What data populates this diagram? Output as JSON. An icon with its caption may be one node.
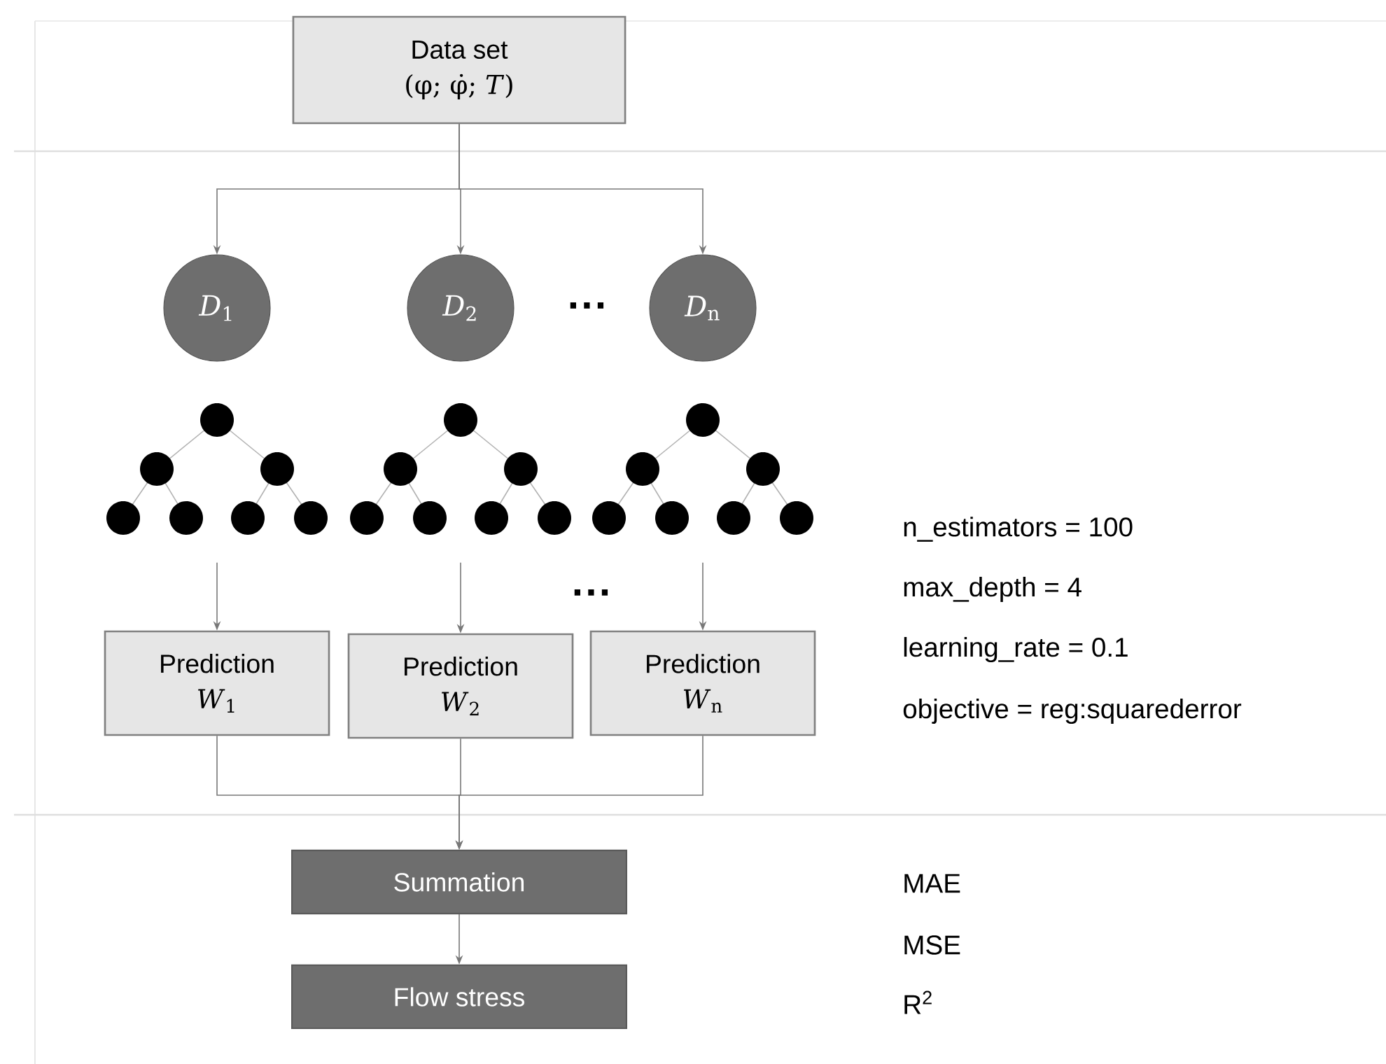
{
  "diagram": {
    "nodes": [
      {
        "text": [
          "Data set",
          "(φ; φ̇; *T*)"
        ]
      },
      {
        "text": [
          "*D*$_{1}$"
        ]
      },
      {
        "text": [
          "*D*$_{2}$"
        ]
      },
      {
        "text": [
          "*D*$_{n}$"
        ]
      },
      {
        "text": [],
        "shape": "picture"
      },
      {
        "text": [],
        "shape": "picture"
      },
      {
        "text": [],
        "shape": "picture"
      },
      {
        "text": [
          "Prediction",
          "*W*$_{1}$"
        ]
      },
      {
        "text": [
          "Prediction",
          "*W*$_{2}$"
        ]
      },
      {
        "text": [
          "Prediction",
          "*W*$_{n}$"
        ]
      },
      {
        "text": [
          "Summation"
        ]
      },
      {
        "text": [
          "Flow stress"
        ]
      }
    ],
    "edges": [
      {
        "from": 0,
        "to": 1,
        "arrow": "to"
      },
      {
        "from": 0,
        "to": 2,
        "arrow": "to"
      },
      {
        "from": 0,
        "to": 3,
        "arrow": "to"
      },
      {
        "from": 4,
        "to": 7,
        "arrow": "to"
      },
      {
        "from": 5,
        "to": 8,
        "arrow": "to"
      },
      {
        "from": 6,
        "to": 9,
        "arrow": "to"
      },
      {
        "from": 7,
        "to": 10,
        "arrow": "to"
      },
      {
        "from": 8,
        "to": 10,
        "arrow": "to"
      },
      {
        "from": 9,
        "to": 10,
        "arrow": "to"
      },
      {
        "from": 10,
        "to": 11,
        "arrow": "to"
      }
    ],
    "labels": [
      "···",
      "···",
      "n_estimators = 100",
      "max_depth = 4",
      "learning_rate = 0.1",
      "objective = reg:squarederror",
      "MAE",
      "MSE",
      "R$^{2}$"
    ]
  }
}
